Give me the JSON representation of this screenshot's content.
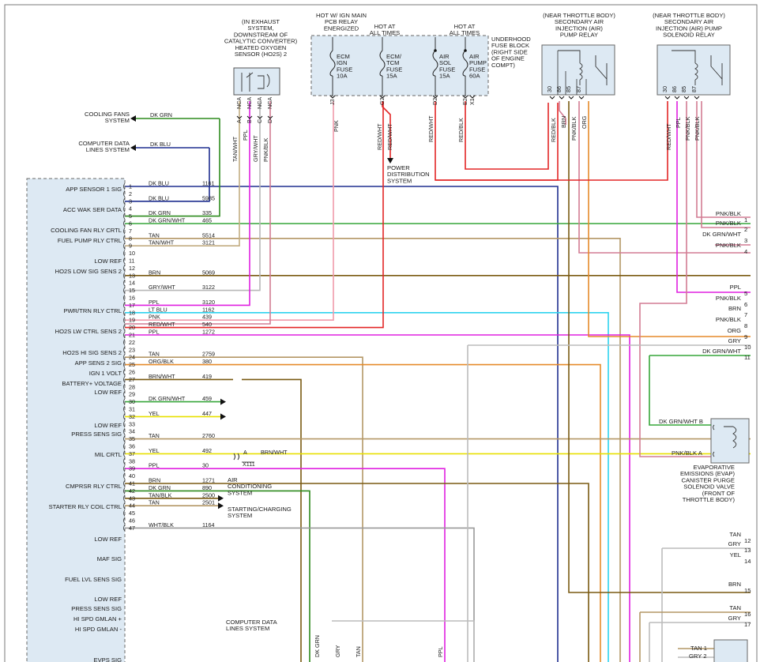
{
  "colors": {
    "dk_blu": "#1f2f8f",
    "dk_grn": "#2e8b1e",
    "dk_grn_wht": "#37a63a",
    "tan": "#b49766",
    "tan_wht": "#c3ad82",
    "brn": "#7a5a12",
    "gry_wht": "#b8b8b8",
    "ppl": "#e020e0",
    "lt_blu": "#2fd3ef",
    "pnk": "#f09aaa",
    "red_wht": "#e32626",
    "orange": "#e58a2a",
    "yel": "#e8e000",
    "gry": "#bcbcbc",
    "pnk_blk": "#d27c93",
    "component_fill": "#dde9f3"
  },
  "hot_labels": {
    "ign_relay": "HOT W/ IGN MAIN\nPCB RELAY\nENERGIZED",
    "hot1": "HOT AT\nALL TIMES",
    "hot2": "HOT AT\nALL TIMES"
  },
  "fuse_block": {
    "caption": "UNDERHOOD\nFUSE BLOCK\n(RIGHT SIDE\nOF ENGINE\nCOMPT)",
    "fuses": [
      {
        "text": "ECM\nIGN\nFUSE\n10A"
      },
      {
        "text": "ECM/\nTCM\nFUSE\n15A"
      },
      {
        "text": "AIR\nSOL\nFUSE\n15A"
      },
      {
        "text": "AIR\nPUMP\nFUSE\n60A"
      }
    ],
    "pins": [
      "J3",
      "G2",
      "D2",
      "E2",
      "X1"
    ]
  },
  "ho2s": {
    "caption": "(IN EXHAUST\nSYSTEM,\nDOWNSTREAM OF\nCATALYTIC CONVERTER)\nHEATED OXYGEN\nSENSOR (HO2S) 2",
    "pins": [
      "NCA",
      "NCA",
      "NCA",
      "NCA"
    ],
    "letters": [
      "A",
      "B",
      "C",
      "D"
    ]
  },
  "pump_relay": {
    "caption": "(NEAR THROTTLE BODY)\nSECONDARY AIR\nINJECTION (AIR)\nPUMP RELAY",
    "pins": [
      "30",
      "86",
      "85",
      "87"
    ]
  },
  "sol_relay": {
    "caption": "(NEAR THROTTLE BODY)\nSECONDARY AIR\nINJECTION (AIR) PUMP\nSOLENOID RELAY",
    "pins": [
      "30",
      "86",
      "85",
      "87"
    ]
  },
  "evap": {
    "caption": "EVAPORATIVE\nEMISSIONS (EVAP)\nCANISTER PURGE\nSOLENOID VALVE\n(FRONT OF\nTHROTTLE BODY)",
    "pin_b": "DK GRN/WHT  B",
    "pin_a": "PNK/BLK  A"
  },
  "left_destinations": [
    {
      "text": "COOLING FANS\nSYSTEM",
      "wire": "DK GRN"
    },
    {
      "text": "COMPUTER DATA\nLINES SYSTEM",
      "wire": "DK BLU"
    }
  ],
  "power_distribution": "POWER\nDISTRIBUTION\nSYSTEM",
  "vertical_labels": [
    "TAN/WHT",
    "PPL",
    "GRY/WHT",
    "PNK/BLK",
    "PNK",
    "RED/WHT",
    "RED/WHT",
    "RED/WHT",
    "RED/BLK",
    "RED/BLK",
    "BRN",
    "PNK/BLK",
    "ORG",
    "RED/WHT",
    "PPL",
    "PNK/BLK",
    "PNK/BLK",
    "DK GRN",
    "GRY",
    "TAN",
    "PPL"
  ],
  "ecm_signals": [
    "APP SENSOR 1 SIG",
    "ACC WAK SER DATA",
    "COOLING FAN RLY CRTL",
    "FUEL PUMP RLY CTRL",
    "LOW REF",
    "HO2S LOW SIG SENS 2",
    "PWR/TRN RLY CTRL",
    "HO2S LW CTRL SENS 2",
    "HO2S HI SIG SENS 2",
    "APP SENS 2 SIG",
    "IGN 1 VOLT",
    "BATTERY+ VOLTAGE",
    "LOW REF",
    "LOW REF",
    "PRESS SENS SIG",
    "MIL CRTL",
    "CMPRSR RLY CTRL",
    "STARTER RLY COIL CTRL",
    "LOW REF",
    "MAF SIG",
    "FUEL LVL SENS SIG",
    "LOW REF",
    "PRESS SENS SIG",
    "HI SPD GMLAN +",
    "HI SPD GMLAN -",
    "EVPS SIG"
  ],
  "pin_numbers": [
    "1",
    "2",
    "3",
    "4",
    "5",
    "6",
    "7",
    "8",
    "9",
    "10",
    "11",
    "12",
    "13",
    "14",
    "15",
    "16",
    "17",
    "18",
    "19",
    "20",
    "21",
    "22",
    "23",
    "24",
    "25",
    "26",
    "27",
    "28",
    "29",
    "30",
    "31",
    "32",
    "33",
    "34",
    "35",
    "36",
    "37",
    "38",
    "39",
    "40",
    "41",
    "42",
    "43",
    "44",
    "45",
    "46",
    "47"
  ],
  "ecm_wires": [
    {
      "pin": "1",
      "color": "DK BLU",
      "circuit": "1161"
    },
    {
      "pin": "3",
      "color": "DK BLU",
      "circuit": "5985"
    },
    {
      "pin": "5",
      "color": "DK GRN",
      "circuit": "335"
    },
    {
      "pin": "6",
      "color": "DK GRN/WHT",
      "circuit": "465"
    },
    {
      "pin": "8",
      "color": "TAN",
      "circuit": "5514"
    },
    {
      "pin": "9",
      "color": "TAN/WHT",
      "circuit": "3121"
    },
    {
      "pin": "13",
      "color": "BRN",
      "circuit": "5069"
    },
    {
      "pin": "15",
      "color": "GRY/WHT",
      "circuit": "3122"
    },
    {
      "pin": "17",
      "color": "PPL",
      "circuit": "3120"
    },
    {
      "pin": "18",
      "color": "LT BLU",
      "circuit": "1162"
    },
    {
      "pin": "19",
      "color": "PNK",
      "circuit": "439"
    },
    {
      "pin": "20",
      "color": "RED/WHT",
      "circuit": "540"
    },
    {
      "pin": "21",
      "color": "PPL",
      "circuit": "1272"
    },
    {
      "pin": "24",
      "color": "TAN",
      "circuit": "2759"
    },
    {
      "pin": "25",
      "color": "ORG/BLK",
      "circuit": "380"
    },
    {
      "pin": "27",
      "color": "BRN/WHT",
      "circuit": "419"
    },
    {
      "pin": "30",
      "color": "DK GRN/WHT",
      "circuit": "459"
    },
    {
      "pin": "32",
      "color": "YEL",
      "circuit": "447"
    },
    {
      "pin": "35",
      "color": "TAN",
      "circuit": "2760"
    },
    {
      "pin": "37",
      "color": "YEL",
      "circuit": "492"
    },
    {
      "pin": "39",
      "color": "PPL",
      "circuit": "30"
    },
    {
      "pin": "41",
      "color": "BRN",
      "circuit": "1271"
    },
    {
      "pin": "42",
      "color": "DK GRN",
      "circuit": "890"
    },
    {
      "pin": "43",
      "color": "TAN/BLK",
      "circuit": "2500"
    },
    {
      "pin": "44",
      "color": "TAN",
      "circuit": "2501"
    },
    {
      "pin": "47",
      "color": "WHT/BLK",
      "circuit": "1164"
    }
  ],
  "inline_connector": {
    "pin": "A",
    "ref": "X111",
    "wire": "BRN/WHT"
  },
  "dest_ac": "AIR\nCONDITIONING\nSYSTEM",
  "dest_start": "STARTING/CHARGING\nSYSTEM",
  "dest_data": "COMPUTER DATA\nLINES SYSTEM",
  "right_wires": [
    {
      "label": "PNK/BLK",
      "num": "1"
    },
    {
      "label": "PNK/BLK",
      "num": "2"
    },
    {
      "label": "DK GRN/WHT",
      "num": "3"
    },
    {
      "label": "PNK/BLK",
      "num": "4"
    },
    {
      "label": "PPL",
      "num": "5"
    },
    {
      "label": "PNK/BLK",
      "num": "6"
    },
    {
      "label": "BRN",
      "num": "7"
    },
    {
      "label": "PNK/BLK",
      "num": "8"
    },
    {
      "label": "ORG",
      "num": "9"
    },
    {
      "label": "GRY",
      "num": "10"
    },
    {
      "label": "DK GRN/WHT",
      "num": "11"
    },
    {
      "label": "TAN",
      "num": "12"
    },
    {
      "label": "GRY",
      "num": "13"
    },
    {
      "label": "YEL",
      "num": "14"
    },
    {
      "label": "BRN",
      "num": "15"
    },
    {
      "label": "TAN",
      "num": "16"
    },
    {
      "label": "GRY",
      "num": "17"
    }
  ],
  "bottom_connector": {
    "pins": [
      "TAN  1",
      "GRY  2"
    ]
  }
}
